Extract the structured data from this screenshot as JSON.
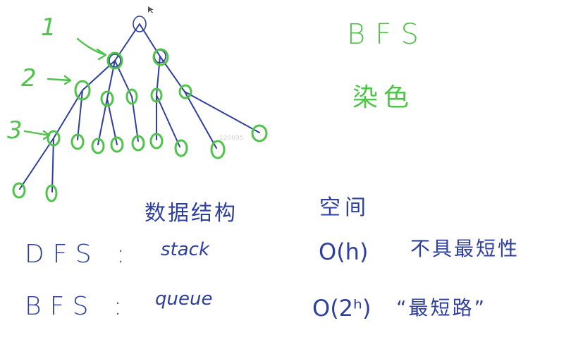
{
  "level_labels": [
    "1",
    "2",
    "3"
  ],
  "watermark": "120695",
  "top_right": {
    "title": "BFS",
    "subtitle": "染色"
  },
  "table": {
    "headers": {
      "structure": "数据结构",
      "space": "空间"
    },
    "rows": [
      {
        "algo": "DFS :",
        "structure": "stack",
        "space": "O(h)",
        "note": "不具最短性"
      },
      {
        "algo": "BFS :",
        "structure": "queue",
        "space": "O(2ʰ)",
        "note": "“最短路”"
      }
    ]
  },
  "colors": {
    "ink_blue": "#2e3f9e",
    "highlight_green": "#4fc34a"
  }
}
